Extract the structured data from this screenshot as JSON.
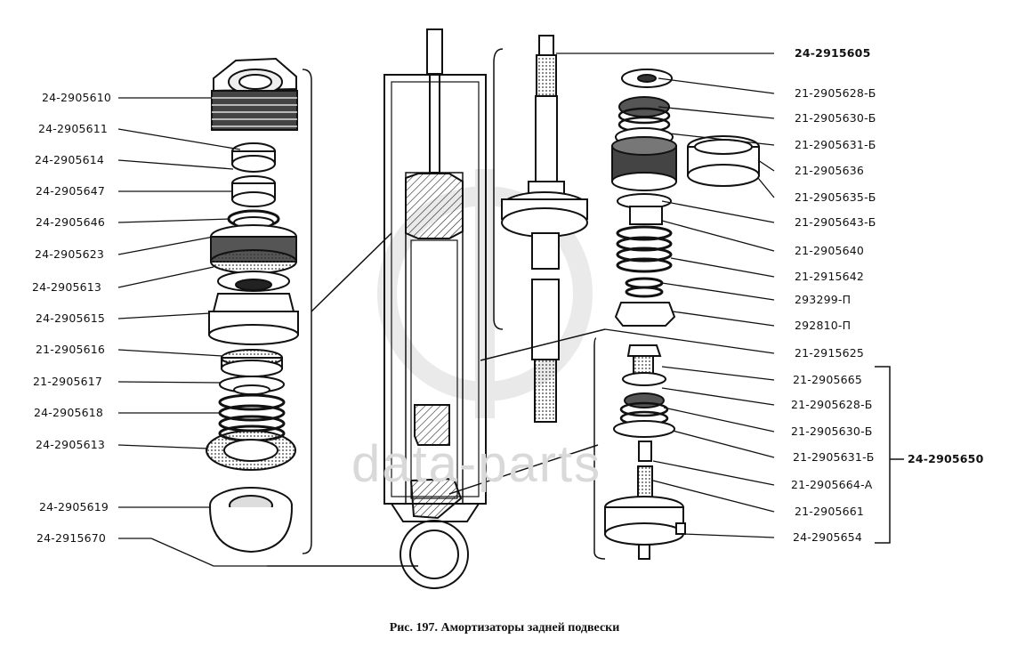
{
  "watermark": "data-parts",
  "caption": "Рис. 197. Амортизаторы задней подвески",
  "labels": {
    "l1": "24-2905610",
    "l2": "24-2905611",
    "l3": "24-2905614",
    "l4": "24-2905647",
    "l5": "24-2905646",
    "l6": "24-2905623",
    "l7": "24-2905613",
    "l8": "24-2905615",
    "l9": "21-2905616",
    "l10": "21-2905617",
    "l11": "24-2905618",
    "l12": "24-2905613",
    "l13": "24-2905619",
    "l14": "24-2915670",
    "r1": "24-2915605",
    "r2": "21-2905628-Б",
    "r3": "21-2905630-Б",
    "r4": "21-2905631-Б",
    "r5": "21-2905636",
    "r6": "21-2905635-Б",
    "r7": "21-2905643-Б",
    "r8": "21-2905640",
    "r9": "21-2915642",
    "r10": "293299-П",
    "r11": "292810-П",
    "r12": "21-2915625",
    "r13": "21-2905665",
    "r14": "21-2905628-Б",
    "r15": "21-2905630-Б",
    "r16": "21-2905631-Б",
    "r17": "21-2905664-А",
    "r18": "21-2905661",
    "r19": "24-2905654",
    "group": "24-2905650"
  }
}
